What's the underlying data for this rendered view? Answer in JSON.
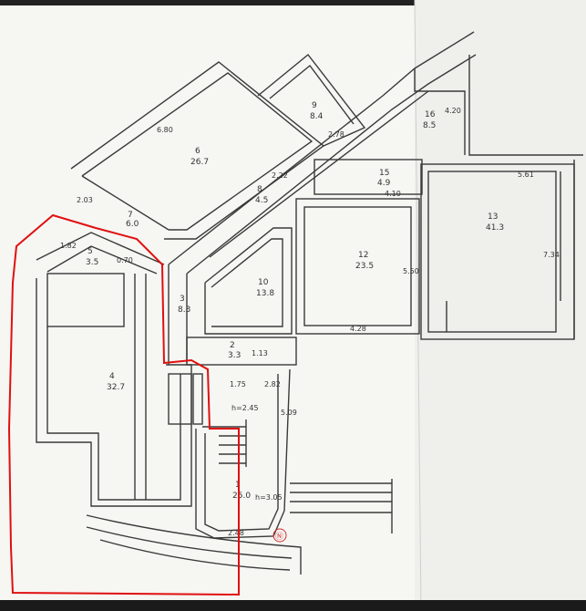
{
  "rooms": [
    {
      "id": "r1",
      "number": "1",
      "area": "25.0"
    },
    {
      "id": "r2",
      "number": "2",
      "area": "3.3"
    },
    {
      "id": "r3",
      "number": "3",
      "area": "8.3"
    },
    {
      "id": "r4",
      "number": "4",
      "area": "32.7"
    },
    {
      "id": "r5",
      "number": "5",
      "area": "3.5"
    },
    {
      "id": "r6",
      "number": "6",
      "area": "26.7"
    },
    {
      "id": "r7",
      "number": "7",
      "area": "6.0"
    },
    {
      "id": "r8",
      "number": "8",
      "area": "4.5"
    },
    {
      "id": "r9",
      "number": "9",
      "area": "8.4"
    },
    {
      "id": "r10",
      "number": "10",
      "area": "13.8"
    },
    {
      "id": "r12",
      "number": "12",
      "area": "23.5"
    },
    {
      "id": "r13",
      "number": "13",
      "area": "41.3"
    },
    {
      "id": "r15",
      "number": "15",
      "area": "4.9"
    },
    {
      "id": "r16",
      "number": "16",
      "area": "8.5"
    }
  ],
  "dimensions": {
    "d_6_80": "6.80",
    "d_2_78": "2.78",
    "d_4_20": "4.20",
    "d_5_61": "5.61",
    "d_4_10": "4.10",
    "d_7_34": "7.34",
    "d_5_50": "5.50",
    "d_4_28": "4.28",
    "d_2_03": "2.03",
    "d_1_82": "1.82",
    "d_0_70": "0.70",
    "d_1_13": "1.13",
    "d_1_75": "1.75",
    "d_2_82": "2.82",
    "d_5_09": "5.09",
    "d_2_22": "2.22",
    "d_2_48": "2.48",
    "d_h245": "h=2.45",
    "d_h305": "h=3.05"
  },
  "marker": "Ⓝ",
  "colors": {
    "paper": "#f5f5f2",
    "line": "#3a3a3a",
    "highlight": "#e01010"
  }
}
